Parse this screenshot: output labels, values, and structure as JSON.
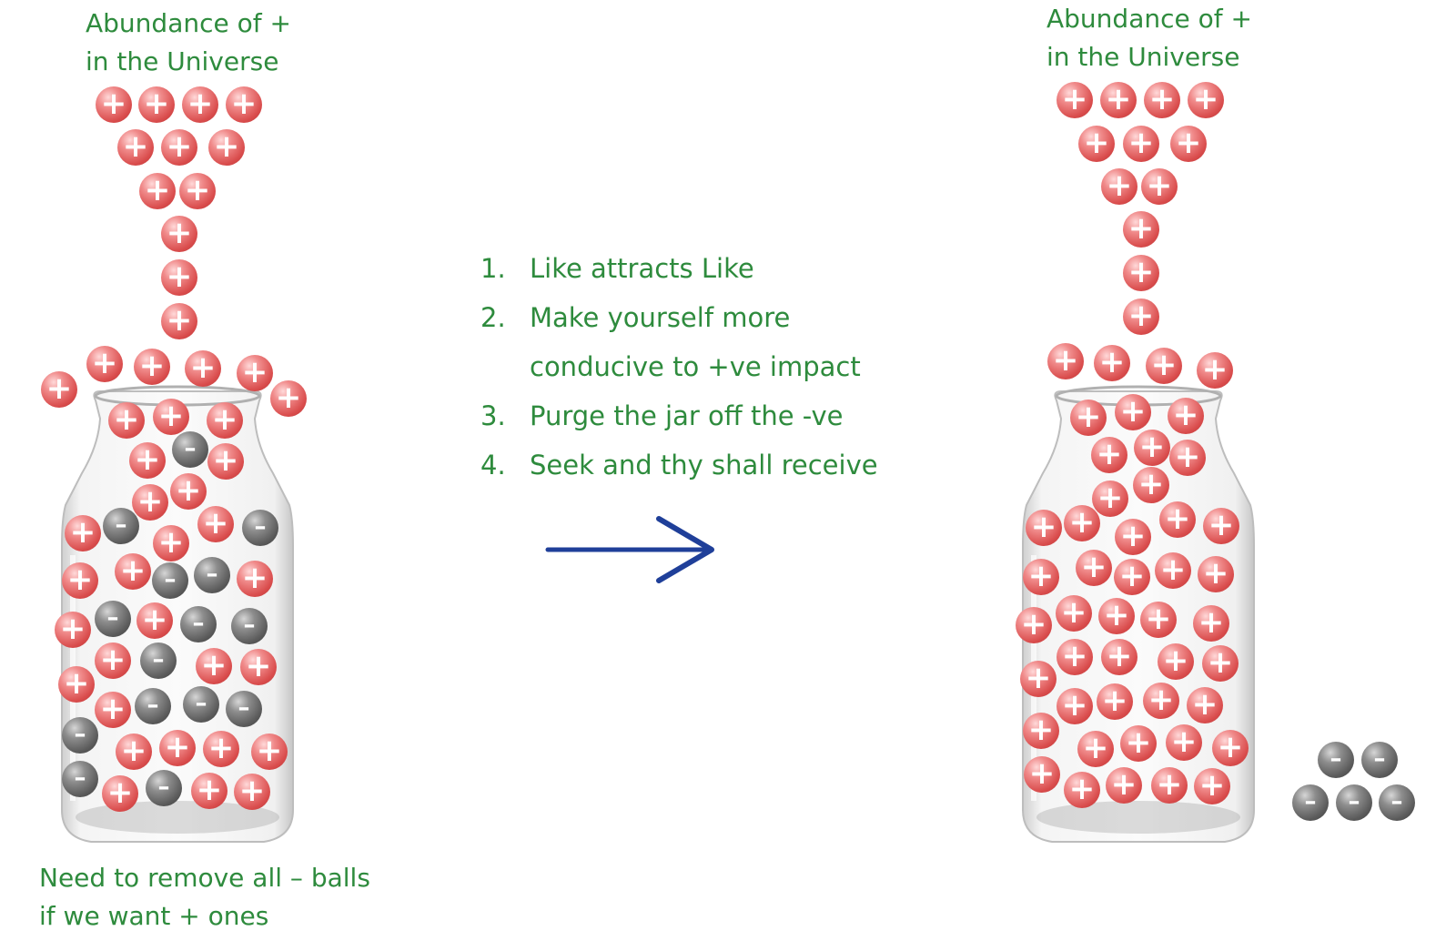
{
  "left_panel": {
    "title_line1": "Abundance of +",
    "title_line2": "in the Universe",
    "caption_line1": "Need to remove all – balls",
    "caption_line2": "if we want + ones"
  },
  "right_panel": {
    "title_line1": "Abundance of +",
    "title_line2": "in the Universe"
  },
  "steps": [
    {
      "num": "1.",
      "lines": [
        "Like attracts Like"
      ]
    },
    {
      "num": "2.",
      "lines": [
        "Make yourself more",
        "conducive to +ve impact"
      ]
    },
    {
      "num": "3.",
      "lines": [
        "Purge the jar off the -ve"
      ]
    },
    {
      "num": "4.",
      "lines": [
        "Seek and thy shall receive"
      ]
    }
  ],
  "symbols": {
    "positive": "+",
    "negative": "–"
  },
  "colors": {
    "text_green": "#2e8b3d",
    "arrow_blue": "#1f3f99",
    "positive_ball": "#e06060",
    "negative_ball": "#666666"
  },
  "icons": {
    "arrow": "right-arrow-icon",
    "jar": "glass-jar-icon"
  }
}
